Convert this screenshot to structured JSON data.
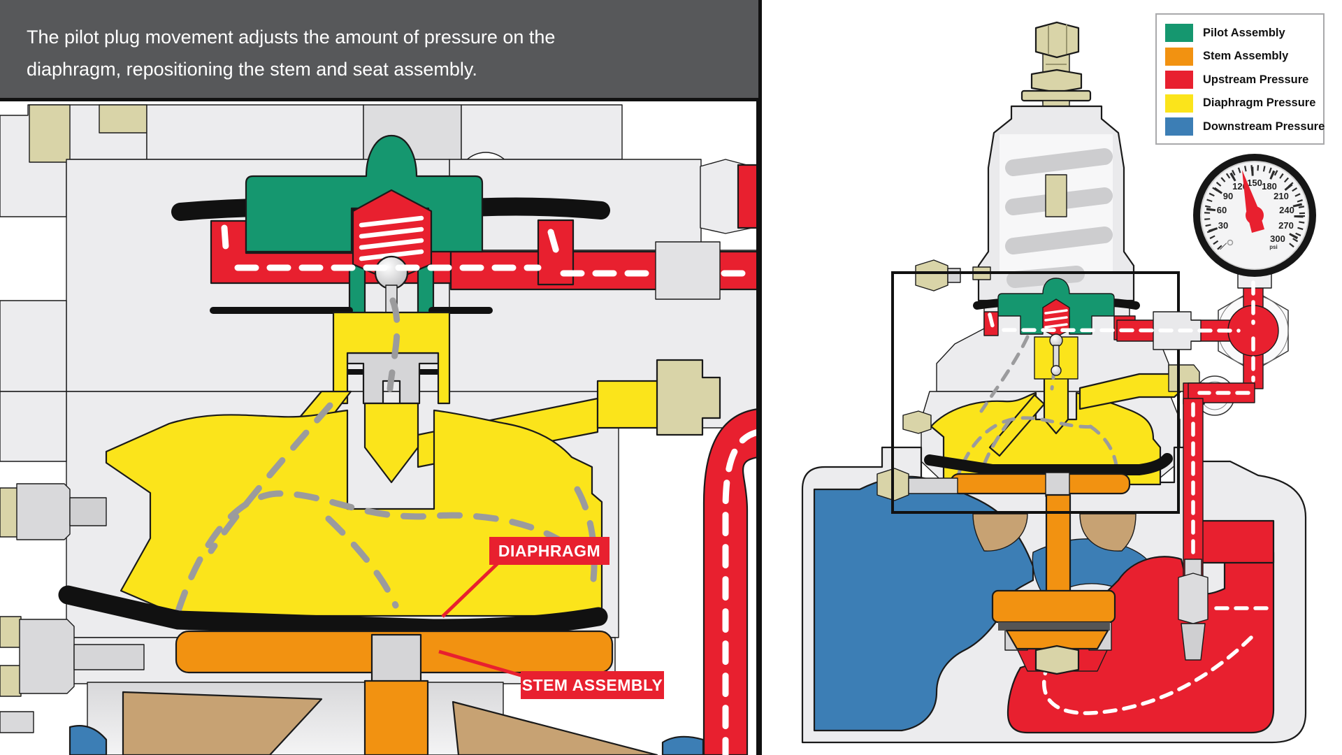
{
  "banner": {
    "text": "The pilot plug movement adjusts the amount of pressure on the diaphragm, repositioning the stem and seat assembly."
  },
  "callouts": {
    "diaphragm": "DIAPHRAGM",
    "stem": "STEM ASSEMBLY"
  },
  "legend": {
    "items": [
      {
        "label": "Pilot Assembly",
        "color": "#15976F"
      },
      {
        "label": "Stem Assembly",
        "color": "#F29211"
      },
      {
        "label": "Upstream Pressure",
        "color": "#E8202F"
      },
      {
        "label": "Diaphragm Pressure",
        "color": "#FBE41B"
      },
      {
        "label": "Downstream Pressure",
        "color": "#3C7EB5"
      }
    ]
  },
  "gauge": {
    "labels": [
      "30",
      "60",
      "90",
      "120",
      "150",
      "180",
      "210",
      "240",
      "270",
      "300"
    ],
    "unit": "psi",
    "needle_value": 140
  },
  "colors": {
    "banner_bg": "#57585A",
    "callout_bg": "#E8202F",
    "pilot_green": "#15976F",
    "stem_orange": "#F29211",
    "upstream_red": "#E8202F",
    "diaphragm_yellow": "#FBE41B",
    "downstream_blue": "#3C7EB5",
    "diaphragm_seal_black": "#111111",
    "body_gray": "#ECECEE"
  }
}
